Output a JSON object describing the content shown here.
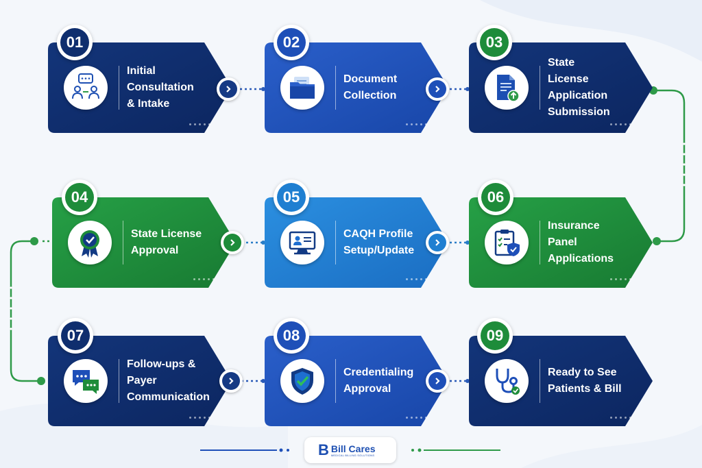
{
  "steps": [
    {
      "num": "01",
      "label": "Initial\nConsultation\n& Intake",
      "icon": "consultation-icon"
    },
    {
      "num": "02",
      "label": "Document\nCollection",
      "icon": "folder-icon"
    },
    {
      "num": "03",
      "label": "State\nLicense Application\nSubmission",
      "icon": "document-upload-icon"
    },
    {
      "num": "04",
      "label": "State License\nApproval",
      "icon": "award-ribbon-icon"
    },
    {
      "num": "05",
      "label": "CAQH Profile\nSetup/Update",
      "icon": "profile-monitor-icon"
    },
    {
      "num": "06",
      "label": "Insurance\nPanel\nApplications",
      "icon": "clipboard-shield-icon"
    },
    {
      "num": "07",
      "label": "Follow-ups &\nPayer\nCommunication",
      "icon": "chat-bubbles-icon"
    },
    {
      "num": "08",
      "label": "Credentialing\nApproval",
      "icon": "shield-check-icon"
    },
    {
      "num": "09",
      "label": "Ready to See\nPatients & Bill",
      "icon": "stethoscope-icon"
    }
  ],
  "logo": {
    "name": "Bill Cares",
    "tagline": "MEDICAL BILLING SOLUTIONS"
  },
  "colors": {
    "navy": "#0f2e6e",
    "blue": "#1e4fb8",
    "lightblue": "#1f7fd1",
    "green": "#1e8c3a",
    "connector": "#2e9a48"
  }
}
